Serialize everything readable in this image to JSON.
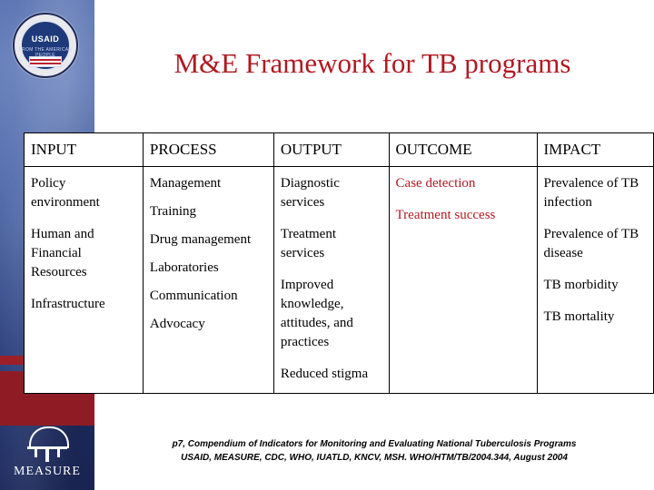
{
  "slide": {
    "title": "M&E Framework for TB programs",
    "accent_red": "#b01922",
    "logos": {
      "usaid": {
        "name": "USAID",
        "subtitle": "FROM THE AMERICAN PEOPLE"
      },
      "measure": {
        "name": "MEASURE"
      }
    },
    "table": {
      "columns": [
        {
          "header": "INPUT",
          "items": [
            {
              "text": "Policy environment",
              "color": "#000000"
            },
            {
              "text": "Human and Financial Resources",
              "color": "#000000"
            },
            {
              "text": "Infrastructure",
              "color": "#000000"
            }
          ]
        },
        {
          "header": "PROCESS",
          "items": [
            {
              "text": "Management",
              "color": "#000000"
            },
            {
              "text": "Training",
              "color": "#000000"
            },
            {
              "text": "Drug management",
              "color": "#000000"
            },
            {
              "text": "Laboratories",
              "color": "#000000"
            },
            {
              "text": "Communication",
              "color": "#000000"
            },
            {
              "text": "Advocacy",
              "color": "#000000"
            }
          ]
        },
        {
          "header": "OUTPUT",
          "items": [
            {
              "text": "Diagnostic services",
              "color": "#000000"
            },
            {
              "text": "Treatment services",
              "color": "#000000"
            },
            {
              "text": "Improved knowledge, attitudes, and practices",
              "color": "#000000"
            },
            {
              "text": "Reduced stigma",
              "color": "#000000"
            }
          ]
        },
        {
          "header": "OUTCOME",
          "items": [
            {
              "text": "Case detection",
              "color": "#b01922"
            },
            {
              "text": "Treatment success",
              "color": "#b01922"
            }
          ]
        },
        {
          "header": "IMPACT",
          "items": [
            {
              "text": "Prevalence of TB infection",
              "color": "#000000"
            },
            {
              "text": "Prevalence of TB disease",
              "color": "#000000"
            },
            {
              "text": "TB morbidity",
              "color": "#000000"
            },
            {
              "text": "TB mortality",
              "color": "#000000"
            }
          ]
        }
      ]
    },
    "footer": {
      "line1": "p7, Compendium of Indicators for Monitoring and Evaluating National Tuberculosis Programs",
      "line2": "USAID, MEASURE, CDC, WHO, IUATLD, KNCV, MSH. WHO/HTM/TB/2004.344, August 2004"
    }
  }
}
